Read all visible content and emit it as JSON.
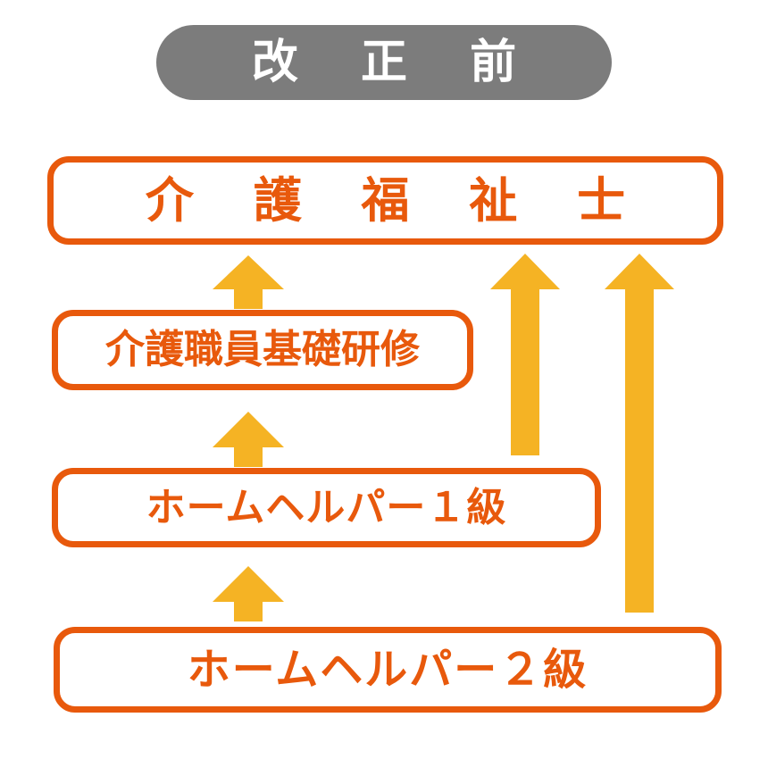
{
  "header": {
    "title": "改 正 前",
    "background_color": "#7c7c7c",
    "text_color": "#ffffff"
  },
  "theme": {
    "box_border_color": "#e8590c",
    "box_text_color": "#e8590c",
    "arrow_color": "#f5b324",
    "page_background": "#ffffff"
  },
  "boxes": [
    {
      "id": "kaigo-fukushishi",
      "label": "介 護 福 祉 士",
      "level": 4
    },
    {
      "id": "kiso-kenshu",
      "label": "介護職員基礎研修",
      "level": 3
    },
    {
      "id": "helper-1",
      "label": "ホームヘルパー１級",
      "level": 2
    },
    {
      "id": "helper-2",
      "label": "ホームヘルパー２級",
      "level": 1
    }
  ],
  "arrows": [
    {
      "id": "helper2-to-helper1",
      "from": "helper-2",
      "to": "helper-1",
      "style": "short-up",
      "color": "#f5b324"
    },
    {
      "id": "helper1-to-kiso",
      "from": "helper-1",
      "to": "kiso-kenshu",
      "style": "short-up",
      "color": "#f5b324"
    },
    {
      "id": "kiso-to-kaigo",
      "from": "kiso-kenshu",
      "to": "kaigo-fukushishi",
      "style": "short-up",
      "color": "#f5b324"
    },
    {
      "id": "helper1-to-kaigo-long",
      "from": "helper-1",
      "to": "kaigo-fukushishi",
      "style": "long-up",
      "color": "#f5b324"
    },
    {
      "id": "helper2-to-kaigo-long",
      "from": "helper-2",
      "to": "kaigo-fukushishi",
      "style": "long-up",
      "color": "#f5b324"
    }
  ]
}
